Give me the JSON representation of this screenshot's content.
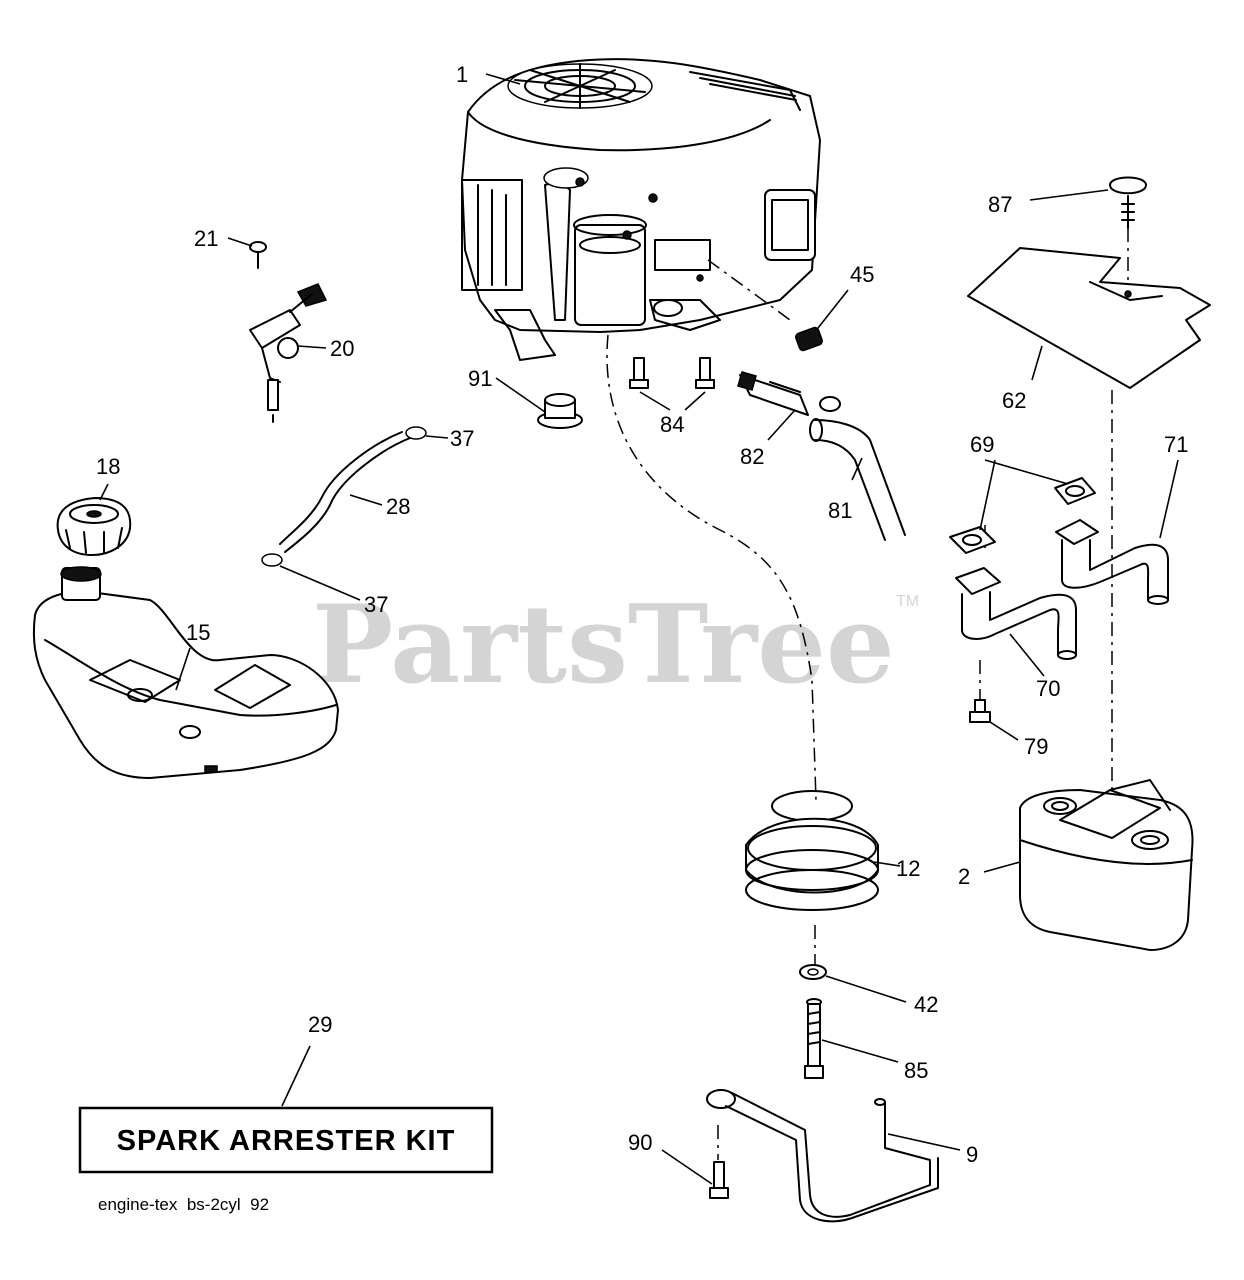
{
  "watermark": {
    "text": "PartsTree",
    "tm": "TM"
  },
  "callouts": {
    "c1": "1",
    "c2": "2",
    "c9": "9",
    "c12": "12",
    "c15": "15",
    "c18": "18",
    "c20": "20",
    "c21": "21",
    "c28": "28",
    "c29": "29",
    "c37a": "37",
    "c37b": "37",
    "c42": "42",
    "c45": "45",
    "c62": "62",
    "c69": "69",
    "c70": "70",
    "c71": "71",
    "c79": "79",
    "c81": "81",
    "c82": "82",
    "c84": "84",
    "c85": "85",
    "c87": "87",
    "c90": "90",
    "c91": "91"
  },
  "kit_box": {
    "label": "SPARK ARRESTER KIT"
  },
  "reference": {
    "text": "engine-tex  bs-2cyl  92"
  }
}
